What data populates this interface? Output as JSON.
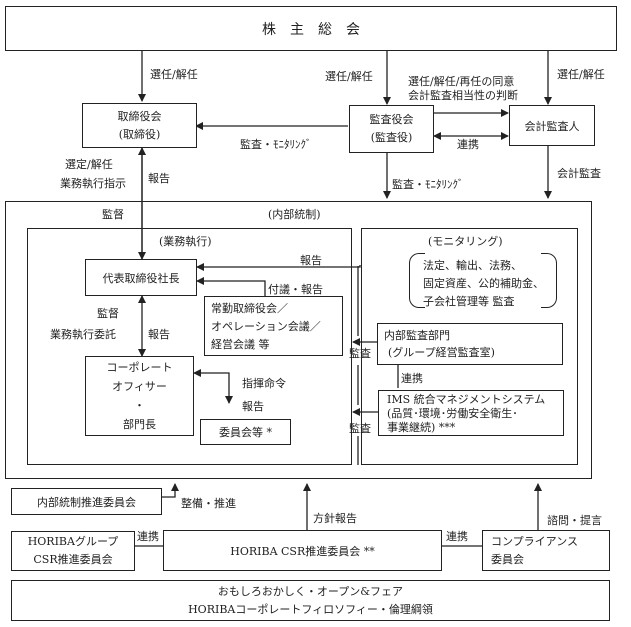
{
  "shareholders": "株　主　総　会",
  "board": {
    "line1": "取締役会",
    "line2": "(取締役)"
  },
  "auditors": {
    "line1": "監査役会",
    "line2": "(監査役)"
  },
  "accounting_auditor": "会計監査人",
  "labels": {
    "elect_board": "選任/解任",
    "elect_auditors": "選任/解任",
    "elect_acct": "選任/解任",
    "consent_1": "選任/解任/再任の同意",
    "consent_2": "会計監査相当性の判断",
    "audit_monitoring_board": "監査・ﾓﾆﾀﾘﾝｸﾞ",
    "audit_monitoring_down": "監査・ﾓﾆﾀﾘﾝｸﾞ",
    "cooperation_top": "連携",
    "accounting_audit": "会計監査",
    "appoint_1": "選定/解任",
    "appoint_2": "業務執行指示",
    "report_board": "報告",
    "supervision": "監督",
    "report_president": "報告",
    "agenda_report": "付議・報告",
    "supervise_1": "監督",
    "supervise_2": "業務執行委託",
    "report_officer": "報告",
    "command_1": "指揮命令",
    "command_2": "報告",
    "audit_1": "監査",
    "audit_2": "監査",
    "cooperation_ia": "連携",
    "develop_promote": "整備・推進",
    "policy_report": "方針報告",
    "consult_advice": "諮問・提言",
    "cooperation_left": "連携",
    "cooperation_right": "連携"
  },
  "internal_control_title": "(内部統制)",
  "business_execution_title": "(業務執行)",
  "monitoring_title": "(モニタリング)",
  "president": "代表取締役社長",
  "exec_meetings": [
    "常勤取締役会／",
    "オペレーション会議／",
    "経営会議 等"
  ],
  "officers": [
    "コーポレート",
    "オフィサー",
    "・",
    "部門長"
  ],
  "committees": "委員会等 *",
  "monitoring_scope": [
    "法定、輸出、法務、",
    "固定資産、公的補助金、",
    "子会社管理等 監査"
  ],
  "internal_audit": [
    "内部監査部門",
    "(グループ経営監査室)"
  ],
  "ims": [
    "IMS 統合マネジメントシステム",
    "(品質･環境･労働安全衛生･",
    " 事業継続) ***"
  ],
  "ic_promotion": "内部統制推進委員会",
  "group_csr": [
    "HORIBAグループ",
    "CSR推進委員会"
  ],
  "csr_committee": "HORIBA CSR推進委員会 **",
  "compliance": [
    "コンプライアンス",
    "委員会"
  ],
  "philosophy": [
    "おもしろおかしく・オープン&フェア",
    "HORIBAコーポレートフィロソフィー・倫理綱領"
  ]
}
